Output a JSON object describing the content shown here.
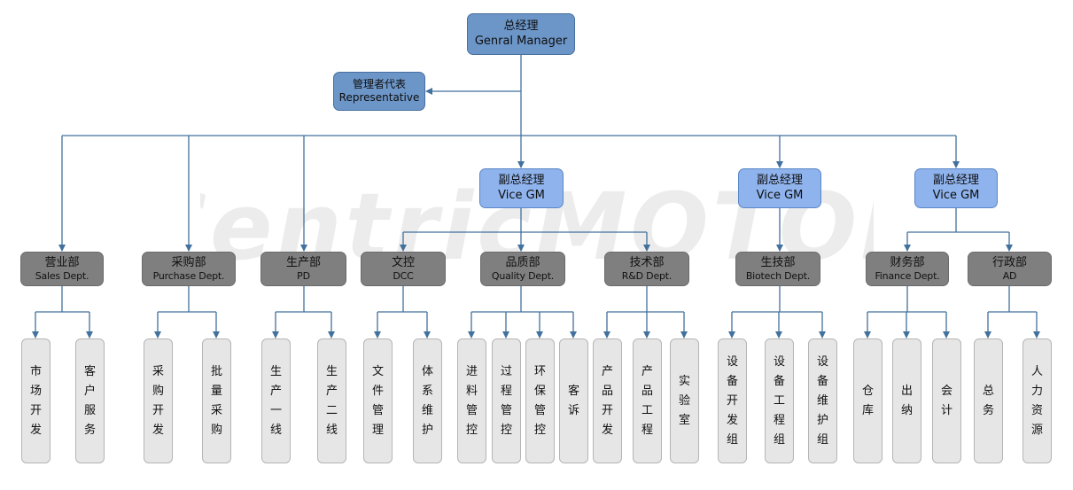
{
  "watermark": "CentricMOTOR",
  "colors": {
    "line": "#41719c",
    "top": "#6d96c8",
    "vice": "#8fb3ec",
    "dept": "#7f7f7f",
    "leaf": "#e6e6e6"
  },
  "gm": {
    "cn": "总经理",
    "en": "Genral Manager"
  },
  "rep": {
    "cn": "管理者代表",
    "en": "Representative"
  },
  "vice": [
    {
      "cn": "副总经理",
      "en": "Vice GM"
    },
    {
      "cn": "副总经理",
      "en": "Vice GM"
    },
    {
      "cn": "副总经理",
      "en": "Vice GM"
    }
  ],
  "depts": [
    {
      "cn": "营业部",
      "en": "Sales Dept."
    },
    {
      "cn": "采购部",
      "en": "Purchase Dept."
    },
    {
      "cn": "生产部",
      "en": "PD"
    },
    {
      "cn": "文控",
      "en": "DCC"
    },
    {
      "cn": "品质部",
      "en": "Quality Dept."
    },
    {
      "cn": "技术部",
      "en": "R&D Dept."
    },
    {
      "cn": "生技部",
      "en": "Biotech Dept."
    },
    {
      "cn": "财务部",
      "en": "Finance Dept."
    },
    {
      "cn": "行政部",
      "en": "AD"
    }
  ],
  "leaves": [
    "市场开发",
    "客户服务",
    "采购开发",
    "批量采购",
    "生产一线",
    "生产二线",
    "文件管理",
    "体系维护",
    "进料管控",
    "过程管控",
    "环保管控",
    "客诉",
    "产品开发",
    "产品工程",
    "实验室",
    "设备开发组",
    "设备工程组",
    "设备维护组",
    "仓库",
    "出纳",
    "会计",
    "总务",
    "人力资源"
  ]
}
